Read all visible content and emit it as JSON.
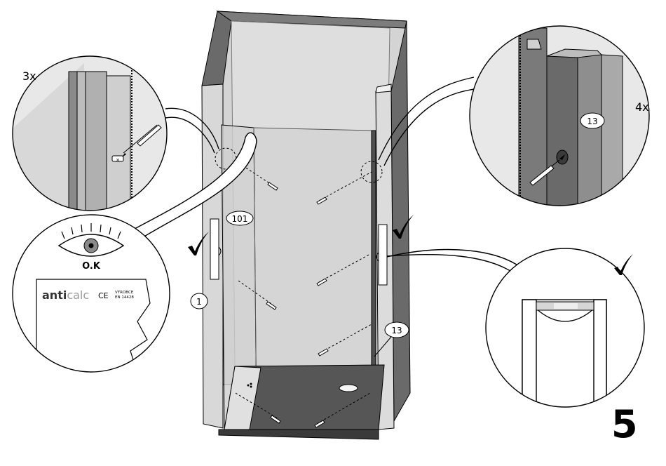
{
  "step_number": "5",
  "detail_left_top": {
    "quantity": "3x",
    "marker": "×"
  },
  "detail_right_top": {
    "quantity": "4x",
    "part_label": "13"
  },
  "detail_left_bottom": {
    "status_text": "O.K",
    "brand_dark": "anti",
    "brand_light": "calc",
    "ce_mark": "CE",
    "maker_label": "VÝROBCE",
    "standard": "EN 14428"
  },
  "callouts": {
    "seal_part": "101",
    "panel_part": "1",
    "profile_part": "13"
  },
  "colors": {
    "ink": "#000000",
    "dark_grey": "#5a5a5a",
    "mid_grey": "#8c8c8c",
    "light_grey": "#c8c8c8",
    "pale_grey": "#e2e2e2"
  },
  "icons": [
    "checkmark-icon",
    "eye-icon",
    "screwdriver-icon",
    "screw-icon"
  ]
}
